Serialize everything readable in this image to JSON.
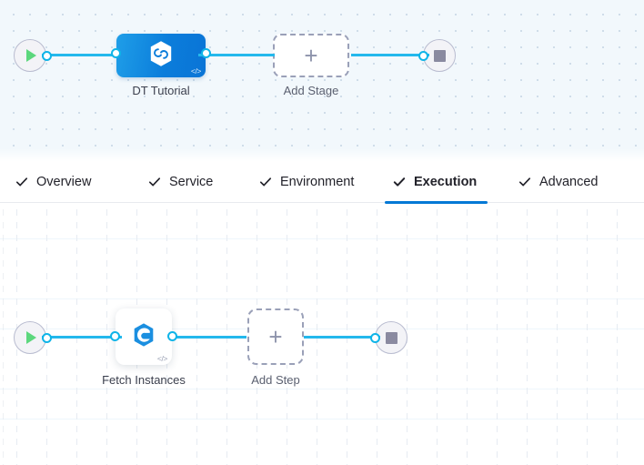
{
  "stage_graph": {
    "start_node": {
      "name": "pipeline-start",
      "icon": "play-icon"
    },
    "end_node": {
      "name": "pipeline-end",
      "icon": "stop-icon"
    },
    "stage": {
      "label": "DT Tutorial",
      "icon": "harness-hexagon-icon",
      "badge": "</>",
      "accent_color": "#0b7ddb"
    },
    "add_stage": {
      "label": "Add Stage",
      "icon": "plus-icon"
    }
  },
  "tabs": [
    {
      "label": "Overview",
      "icon": "check-icon",
      "active": false
    },
    {
      "label": "Service",
      "icon": "check-icon",
      "active": false
    },
    {
      "label": "Environment",
      "icon": "check-icon",
      "active": false
    },
    {
      "label": "Execution",
      "icon": "check-icon",
      "active": true
    },
    {
      "label": "Advanced",
      "icon": "check-icon",
      "active": false
    }
  ],
  "step_graph": {
    "start_node": {
      "name": "execution-start",
      "icon": "play-icon"
    },
    "end_node": {
      "name": "execution-end",
      "icon": "stop-icon"
    },
    "step": {
      "label": "Fetch Instances",
      "icon": "ecs-hexagon-e-icon",
      "badge": "</>"
    },
    "add_step": {
      "label": "Add Step",
      "icon": "plus-icon"
    }
  },
  "colors": {
    "wire": "#24b8ec",
    "active_tab_underline": "#0278d5",
    "stage_blue": "#0b7ddb",
    "play_green": "#5cd77d",
    "stop_grey": "#8a8aa0",
    "canvas_top_bg": "#f2f8fc"
  }
}
